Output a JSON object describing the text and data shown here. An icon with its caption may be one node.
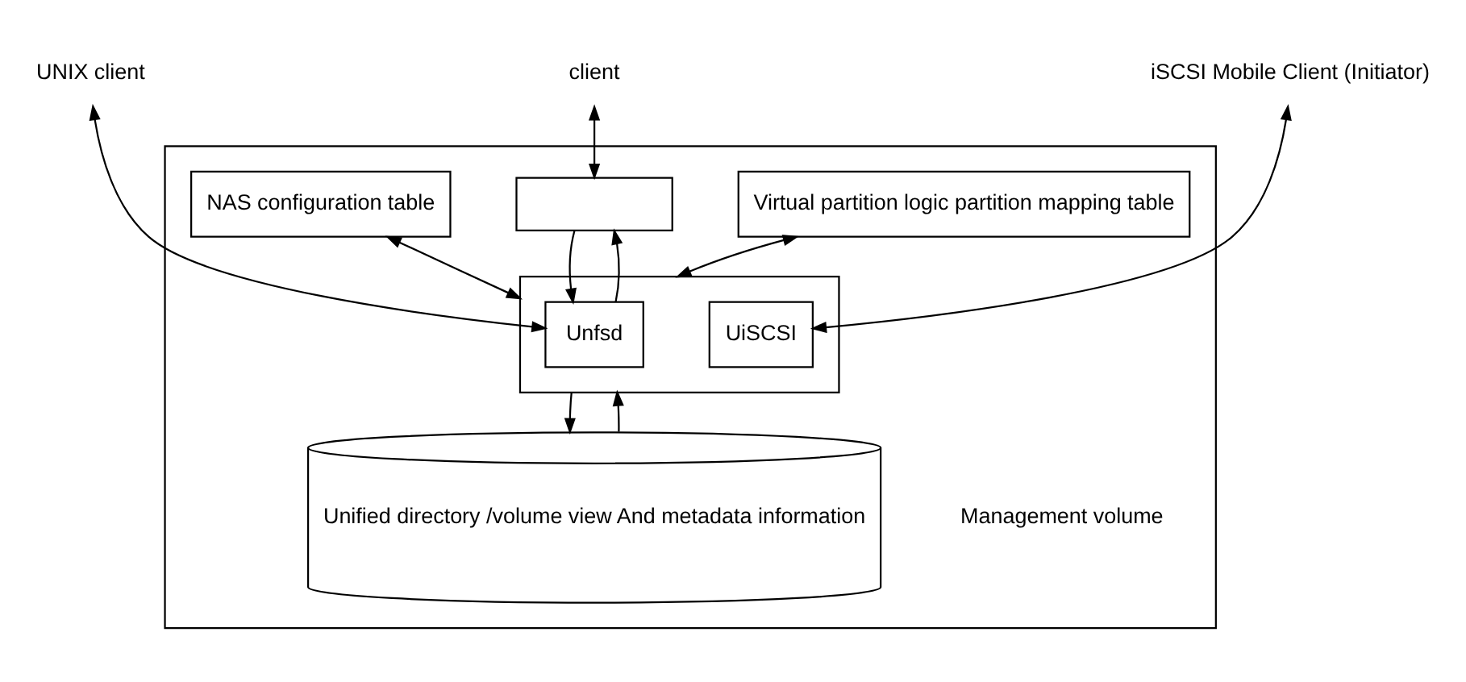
{
  "diagram": {
    "nodes": [
      {
        "text": [],
        "shape": "box"
      },
      {
        "text": [
          "Virtual partition logic partition mapping table"
        ],
        "in": 0
      },
      {
        "text": [
          "client"
        ]
      },
      {
        "text": [
          "UNIX client"
        ]
      },
      {
        "text": [
          "iSCSI Mobile Client (Initiator)"
        ]
      },
      {
        "text": [],
        "shape": "box",
        "in": 0
      },
      {
        "text": [
          "NAS configuration table"
        ],
        "in": 0
      },
      {
        "text": [],
        "shape": "box",
        "in": 0
      },
      {
        "text": [
          "Unfsd"
        ],
        "in": 7
      },
      {
        "text": [
          "UiSCSI"
        ],
        "in": 7
      },
      {
        "text": [
          "Unified directory /volume view And metadata information"
        ],
        "beside": [
          "Management volume"
        ],
        "in": 0
      }
    ],
    "edges": [
      {
        "from": 3,
        "to": 8,
        "arrow": "both"
      },
      {
        "from": 2,
        "to": 5,
        "arrow": "both"
      },
      {
        "from": 5,
        "to": 8,
        "arrow": "to"
      },
      {
        "from": 8,
        "to": 5,
        "arrow": "to"
      },
      {
        "from": 4,
        "to": 9,
        "arrow": "both"
      },
      {
        "from": 1,
        "to": 7,
        "arrow": "both"
      },
      {
        "from": 6,
        "to": 7,
        "arrow": "both"
      },
      {
        "from": 7,
        "to": 10,
        "arrow": "to"
      },
      {
        "from": 10,
        "to": 7,
        "arrow": "to"
      }
    ]
  }
}
